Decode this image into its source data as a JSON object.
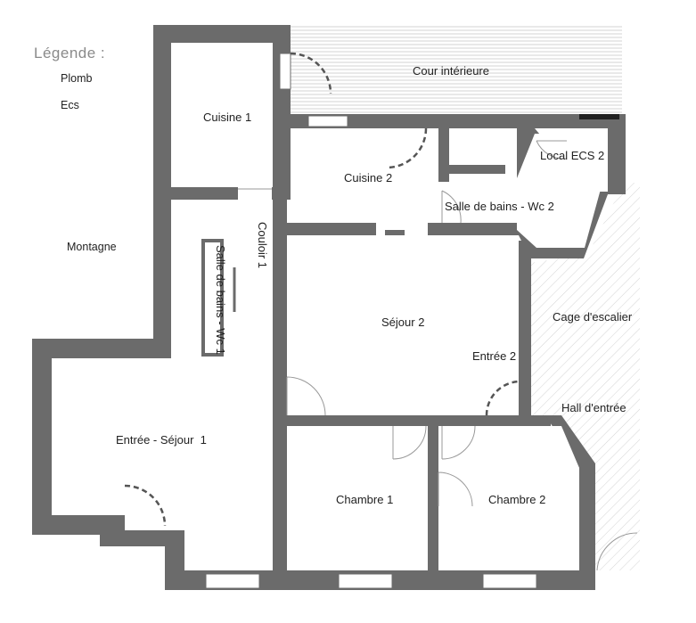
{
  "legend": {
    "title": "Légende :",
    "items": [
      "Plomb",
      "Ecs"
    ],
    "region": "Montagne"
  },
  "rooms": {
    "cour_interieure": "Cour intérieure",
    "cuisine_1": "Cuisine 1",
    "cuisine_2": "Cuisine 2",
    "local_ecs_2": "Local ECS 2",
    "sdb_wc_2": "Salle de bains - Wc 2",
    "couloir_1": "Couloir 1",
    "sdb_wc_1": "Salle de bains - Wc 1",
    "sejour_2": "Séjour 2",
    "entree_2": "Entrée 2",
    "cage_escalier": "Cage d'escalier",
    "hall_entree": "Hall d'entrée",
    "entree_sejour_1": "Entrée - Séjour  1",
    "chambre_1": "Chambre 1",
    "chambre_2": "Chambre 2"
  },
  "colors": {
    "wall": "#6b6b6b",
    "hatch": "#c8c8c8",
    "text": "#222222",
    "legend_title": "#8a8a8a"
  }
}
